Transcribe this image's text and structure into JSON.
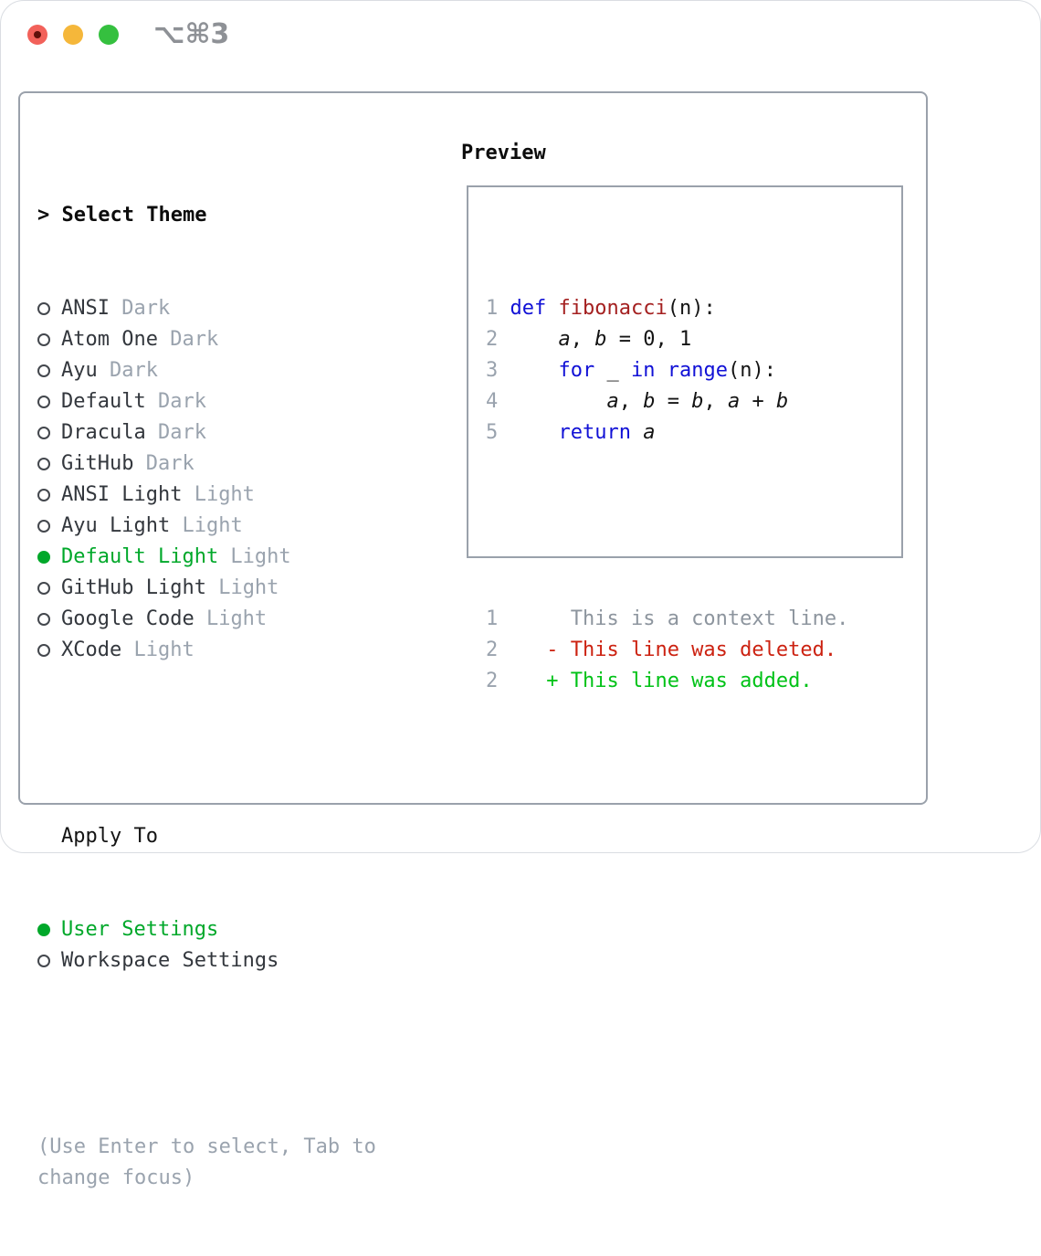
{
  "titlebar": {
    "shortcut": "⌥⌘3"
  },
  "theme_list": {
    "prompt": ">",
    "title": "Select Theme",
    "items": [
      {
        "name": "ANSI",
        "variant": "Dark",
        "selected": false
      },
      {
        "name": "Atom One",
        "variant": "Dark",
        "selected": false
      },
      {
        "name": "Ayu",
        "variant": "Dark",
        "selected": false
      },
      {
        "name": "Default",
        "variant": "Dark",
        "selected": false
      },
      {
        "name": "Dracula",
        "variant": "Dark",
        "selected": false
      },
      {
        "name": "GitHub",
        "variant": "Dark",
        "selected": false
      },
      {
        "name": "ANSI Light",
        "variant": "Light",
        "selected": false
      },
      {
        "name": "Ayu Light",
        "variant": "Light",
        "selected": false
      },
      {
        "name": "Default Light",
        "variant": "Light",
        "selected": true
      },
      {
        "name": "GitHub Light",
        "variant": "Light",
        "selected": false
      },
      {
        "name": "Google Code",
        "variant": "Light",
        "selected": false
      },
      {
        "name": "XCode",
        "variant": "Light",
        "selected": false
      }
    ]
  },
  "apply_to": {
    "title": "Apply To",
    "options": [
      {
        "label": "User Settings",
        "selected": true
      },
      {
        "label": "Workspace Settings",
        "selected": false
      }
    ]
  },
  "hint_lines": [
    "(Use Enter to select, Tab to",
    "change focus)"
  ],
  "preview": {
    "title": "Preview",
    "code_lines": [
      {
        "num": "1",
        "tokens": [
          {
            "t": "def",
            "c": "kw"
          },
          {
            "t": " "
          },
          {
            "t": "fibonacci",
            "c": "fn"
          },
          {
            "t": "(n):"
          }
        ]
      },
      {
        "num": "2",
        "tokens": [
          {
            "t": "    "
          },
          {
            "t": "a",
            "c": "var"
          },
          {
            "t": ", "
          },
          {
            "t": "b",
            "c": "var"
          },
          {
            "t": " = 0, 1"
          }
        ]
      },
      {
        "num": "3",
        "tokens": [
          {
            "t": "    "
          },
          {
            "t": "for",
            "c": "kw"
          },
          {
            "t": " _ "
          },
          {
            "t": "in",
            "c": "kw"
          },
          {
            "t": " "
          },
          {
            "t": "range",
            "c": "kw"
          },
          {
            "t": "(n):"
          }
        ]
      },
      {
        "num": "4",
        "tokens": [
          {
            "t": "        "
          },
          {
            "t": "a",
            "c": "var"
          },
          {
            "t": ", "
          },
          {
            "t": "b",
            "c": "var"
          },
          {
            "t": " = "
          },
          {
            "t": "b",
            "c": "var"
          },
          {
            "t": ", "
          },
          {
            "t": "a",
            "c": "var"
          },
          {
            "t": " + "
          },
          {
            "t": "b",
            "c": "var"
          }
        ]
      },
      {
        "num": "5",
        "tokens": [
          {
            "t": "    "
          },
          {
            "t": "return",
            "c": "kw"
          },
          {
            "t": " "
          },
          {
            "t": "a",
            "c": "var"
          }
        ]
      }
    ],
    "diff_lines": [
      {
        "num": "1",
        "marker": " ",
        "text": "This is a context line.",
        "kind": "ctx"
      },
      {
        "num": "2",
        "marker": "-",
        "text": "This line was deleted.",
        "kind": "del"
      },
      {
        "num": "2",
        "marker": "+",
        "text": "This line was added.",
        "kind": "add"
      }
    ]
  },
  "colors": {
    "selected_green": "#00a82a",
    "diff_added_green": "#00c217",
    "diff_deleted_red": "#cc2211",
    "diff_context_gray": "#8d959e",
    "keyword_blue": "#1111d6",
    "function_red": "#a42020",
    "line_number_gray": "#9aa3ae",
    "muted_gray": "#9aa3ae",
    "border_gray": "#9aa1ab",
    "traffic_red": "#f2615a",
    "traffic_yellow": "#f5b73a",
    "traffic_green": "#35c03f"
  }
}
